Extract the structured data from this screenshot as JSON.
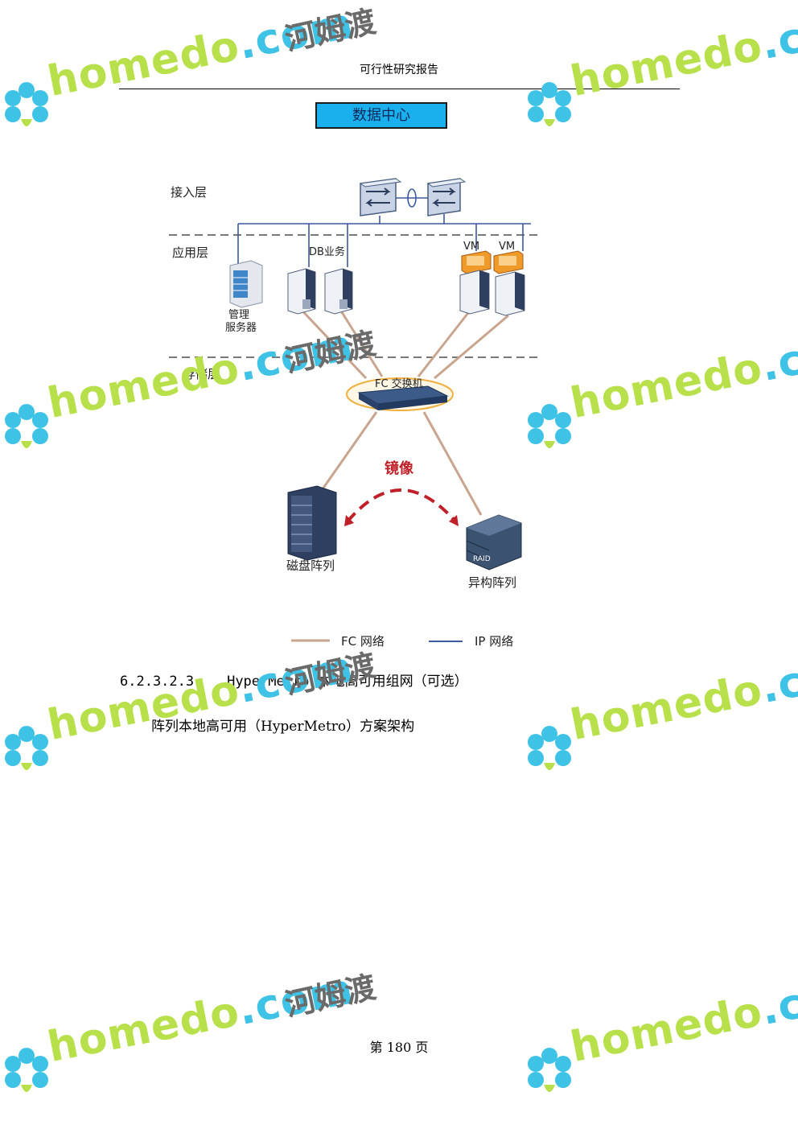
{
  "header": {
    "title": "可行性研究报告"
  },
  "diagram": {
    "title": "数据中心",
    "layers": {
      "access": "接入层",
      "application": "应用层",
      "storage": "存储层"
    },
    "nodes": {
      "mgmt_server_line1": "管理",
      "mgmt_server_line2": "服务器",
      "db_service": "DB业务",
      "vm1": "VM",
      "vm2": "VM",
      "fc_switch": "FC 交换机",
      "mirror": "镜像",
      "disk_array": "磁盘阵列",
      "hetero_array": "异构阵列",
      "raid": "RAID"
    },
    "legend": {
      "fc": "FC 网络",
      "ip": "IP 网络"
    },
    "colors": {
      "fc_line": "#c9a48f",
      "ip_line": "#3b5aa3",
      "mirror": "#c0202a",
      "title_box": "#1ab0ee"
    }
  },
  "section": {
    "number": "6.2.3.2.3",
    "title": "HyperMetro 本地高可用组网（可选）"
  },
  "caption": "阵列本地高可用（HyperMetro）方案架构",
  "footer": {
    "page": "第 180 页"
  },
  "watermark": {
    "brand_left": "home",
    "brand_mid": "do",
    "brand_suffix": ".com",
    "brand_cn": "河姆渡"
  }
}
